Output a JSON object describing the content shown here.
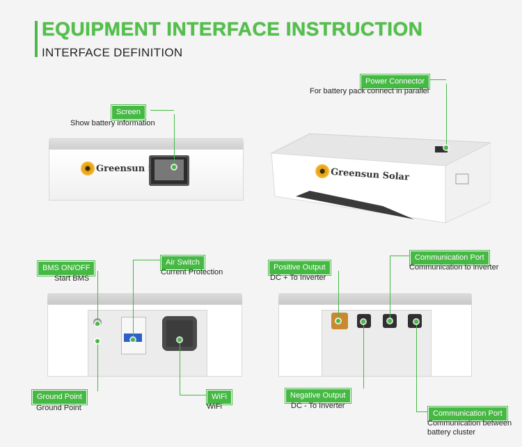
{
  "header": {
    "title": "EQUIPMENT INTERFACE INSTRUCTION",
    "subtitle": "INTERFACE DEFINITION"
  },
  "brand": {
    "logo_text": "Greensun Solar"
  },
  "callouts": {
    "screen": {
      "tag": "Screen",
      "desc": "Show battery information"
    },
    "power_connector": {
      "tag": "Power Connector",
      "desc": "For battery pack connect in parallel"
    },
    "bms": {
      "tag": "BMS ON/OFF",
      "desc": "Start BMS"
    },
    "air_switch": {
      "tag": "Air Switch",
      "desc": "Current Protection"
    },
    "ground": {
      "tag": "Ground Point",
      "desc": "Ground Point"
    },
    "wifi": {
      "tag": "WiFi",
      "desc": "WiFi"
    },
    "positive": {
      "tag": "Positive  Output",
      "desc": "DC + To Inverter"
    },
    "comm_inverter": {
      "tag": "Communication Port",
      "desc": "Communication to inverter"
    },
    "negative": {
      "tag": "Negative Output",
      "desc": "DC - To Inverter"
    },
    "comm_cluster": {
      "tag": "Communication Port",
      "desc_line1": "Communication between",
      "desc_line2": "battery cluster"
    }
  },
  "colors": {
    "accent": "#46b844",
    "title_green": "#52c04a"
  }
}
